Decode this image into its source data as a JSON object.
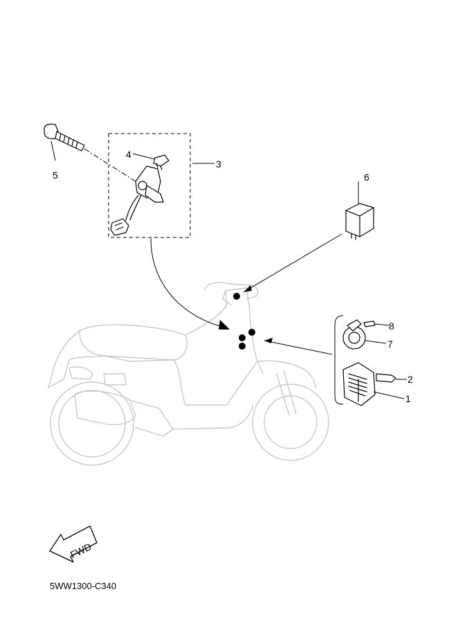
{
  "diagram": {
    "callouts": [
      {
        "id": "1",
        "label": "1"
      },
      {
        "id": "2",
        "label": "2"
      },
      {
        "id": "3",
        "label": "3"
      },
      {
        "id": "4",
        "label": "4"
      },
      {
        "id": "5",
        "label": "5"
      },
      {
        "id": "6",
        "label": "6"
      },
      {
        "id": "7",
        "label": "7"
      },
      {
        "id": "8",
        "label": "8"
      }
    ],
    "fwd_label": "FWD",
    "diagram_code": "5WW1300-C340"
  }
}
